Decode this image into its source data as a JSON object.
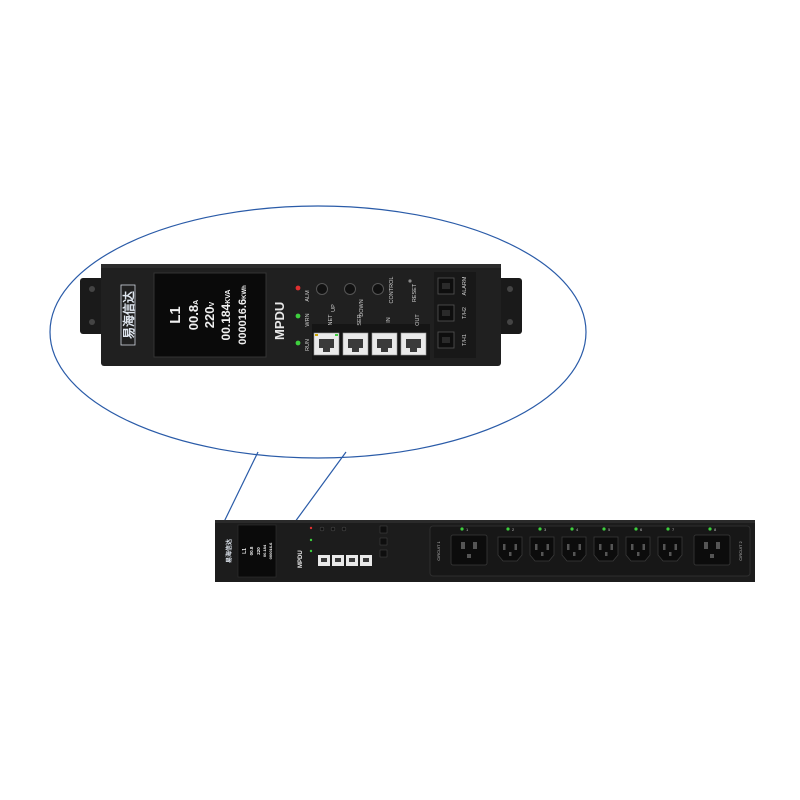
{
  "brand": {
    "logo_text": "易海信达"
  },
  "display": {
    "line": "L1",
    "current": "00.8",
    "current_unit": "A",
    "voltage": "220",
    "voltage_unit": "V",
    "power": "00.184",
    "power_unit": "KVA",
    "energy": "000016.6",
    "energy_unit": "KWh"
  },
  "panel": {
    "model": "MPDU",
    "indicators": [
      "ALM",
      "WRN",
      "RUN"
    ],
    "buttons": [
      "UP",
      "DOWN",
      "CONTROL"
    ],
    "reset": "RESET",
    "ports": [
      "NET",
      "SER",
      "IN",
      "OUT"
    ],
    "sensor_ports": [
      "ALARM",
      "T/H2",
      "T/H1"
    ]
  },
  "strip": {
    "circuit_labels": [
      "CIRCUIT 1",
      "CIRCUIT 2"
    ],
    "outlets_c19": 2,
    "outlets_c13": 6,
    "outlet_numbers": [
      "1",
      "2",
      "3",
      "4",
      "5",
      "6",
      "7",
      "8"
    ]
  },
  "colors": {
    "body": "#1f1f1f",
    "screen": "#0a0a0a",
    "led_green": "#3ecf3e",
    "led_red": "#e03030",
    "callout": "#2a5ba8",
    "rj45": "#e9e9e9"
  }
}
